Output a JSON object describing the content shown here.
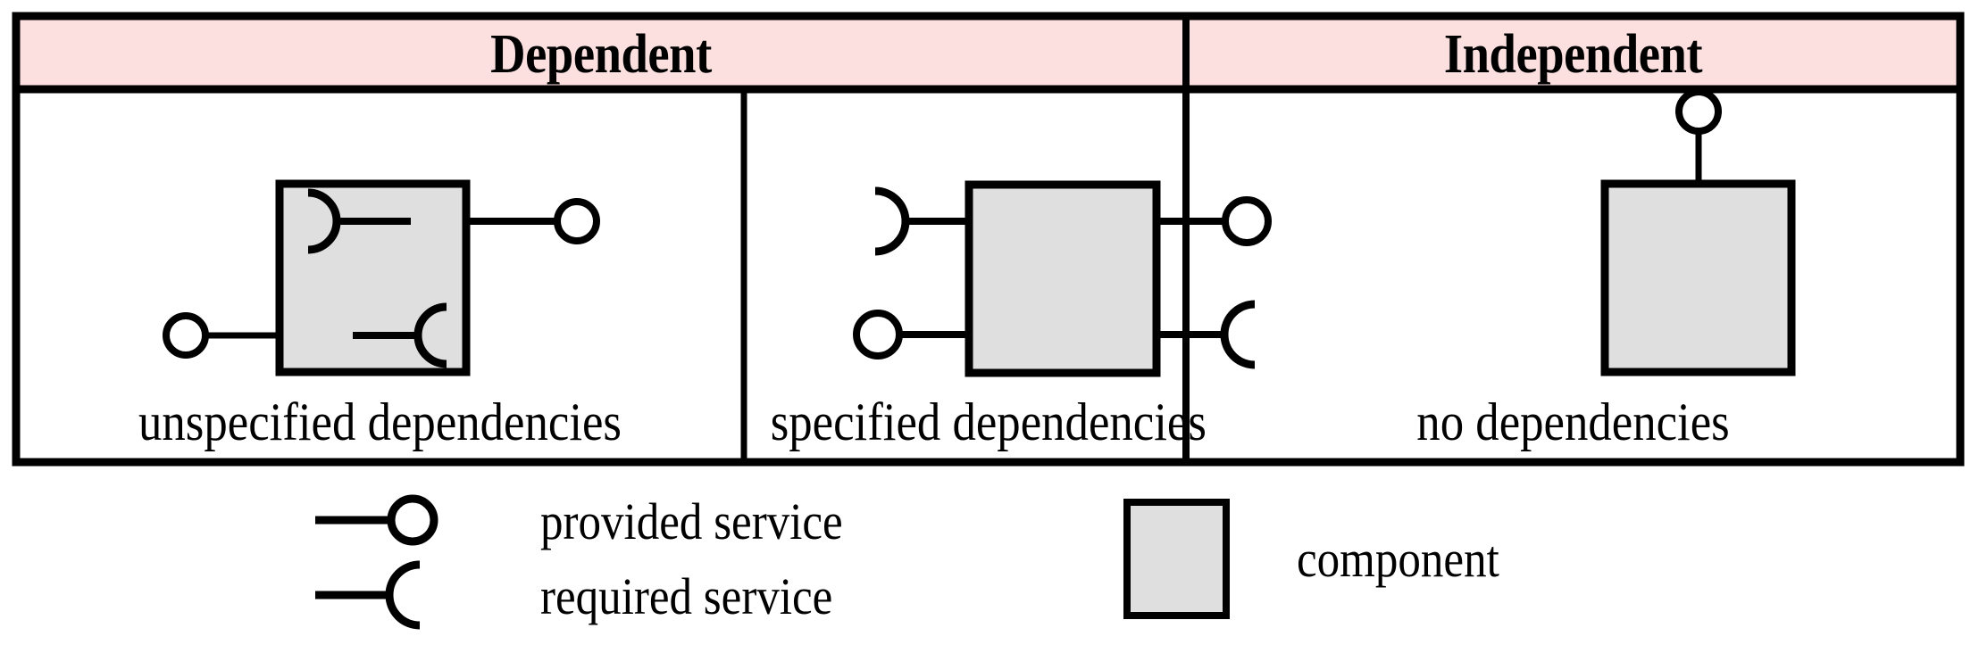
{
  "figure": {
    "kind": "uml-component-dependency-table",
    "colors": {
      "header_fill": "#fcdfdf",
      "component_fill": "#dfdfdf",
      "stroke": "#000000",
      "background": "#ffffff"
    }
  },
  "table": {
    "headers": [
      {
        "label": "Dependent",
        "spans_columns": 2
      },
      {
        "label": "Independent",
        "spans_columns": 1
      }
    ],
    "columns": [
      {
        "caption": "unspecified dependencies",
        "component_label": "",
        "ports": [
          {
            "type": "required-service",
            "position": "inside-top-left",
            "symbol": "socket-open-right"
          },
          {
            "type": "provided-service",
            "position": "outside-top-right",
            "symbol": "ball"
          },
          {
            "type": "provided-service",
            "position": "outside-bottom-left",
            "symbol": "ball"
          },
          {
            "type": "required-service",
            "position": "inside-bottom-right",
            "symbol": "socket-open-left"
          }
        ]
      },
      {
        "caption": "specified dependencies",
        "component_label": "",
        "ports": [
          {
            "type": "required-service",
            "position": "outside-top-left",
            "symbol": "socket-open-right"
          },
          {
            "type": "provided-service",
            "position": "outside-top-right",
            "symbol": "ball"
          },
          {
            "type": "provided-service",
            "position": "outside-bottom-left",
            "symbol": "ball"
          },
          {
            "type": "required-service",
            "position": "outside-bottom-right",
            "symbol": "socket-open-left"
          }
        ]
      },
      {
        "caption": "no dependencies",
        "component_label": "",
        "ports": [
          {
            "type": "provided-service",
            "position": "outside-top-center",
            "symbol": "ball"
          }
        ]
      }
    ]
  },
  "legend": {
    "items": [
      {
        "symbol": "line-with-ball",
        "label": "provided service"
      },
      {
        "symbol": "line-with-socket",
        "label": "required service"
      },
      {
        "symbol": "gray-rectangle",
        "label": "component"
      }
    ]
  }
}
